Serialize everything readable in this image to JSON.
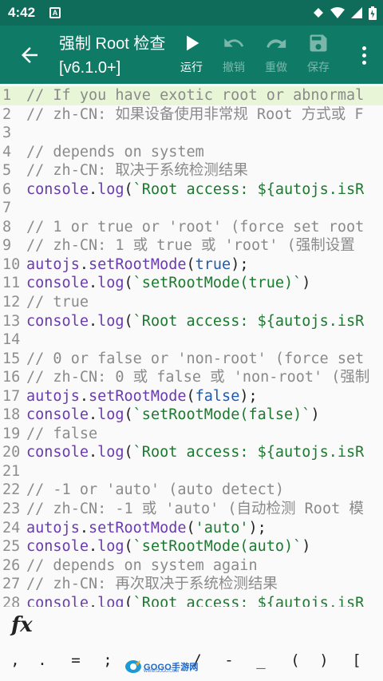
{
  "status": {
    "time": "4:42",
    "notification_icon": "A"
  },
  "toolbar": {
    "title": "强制 Root 检查 [v6.1.0+]",
    "run_label": "运行",
    "undo_label": "撤销",
    "redo_label": "重做",
    "save_label": "保存"
  },
  "editor": {
    "current_line": 1,
    "lines": [
      [
        [
          "c",
          "// If you have exotic root or abnormal"
        ]
      ],
      [
        [
          "c",
          "// zh-CN: 如果设备使用非常规 Root 方式或 F"
        ]
      ],
      [],
      [
        [
          "c",
          "// depends on system"
        ]
      ],
      [
        [
          "c",
          "// zh-CN: 取决于系统检测结果"
        ]
      ],
      [
        [
          "f",
          "console"
        ],
        [
          "p",
          "."
        ],
        [
          "f",
          "log"
        ],
        [
          "p",
          "("
        ],
        [
          "s",
          "`Root access: ${autojs.isR"
        ]
      ],
      [],
      [
        [
          "c",
          "// 1 or true or 'root' (force set root"
        ]
      ],
      [
        [
          "c",
          "// zh-CN: 1 或 true 或 'root' (强制设置"
        ]
      ],
      [
        [
          "f",
          "autojs"
        ],
        [
          "p",
          "."
        ],
        [
          "f",
          "setRootMode"
        ],
        [
          "p",
          "("
        ],
        [
          "k",
          "true"
        ],
        [
          "p",
          ");"
        ]
      ],
      [
        [
          "f",
          "console"
        ],
        [
          "p",
          "."
        ],
        [
          "f",
          "log"
        ],
        [
          "p",
          "("
        ],
        [
          "s",
          "`setRootMode(true)`"
        ],
        [
          "p",
          ")"
        ]
      ],
      [
        [
          "c",
          "// true"
        ]
      ],
      [
        [
          "f",
          "console"
        ],
        [
          "p",
          "."
        ],
        [
          "f",
          "log"
        ],
        [
          "p",
          "("
        ],
        [
          "s",
          "`Root access: ${autojs.isR"
        ]
      ],
      [],
      [
        [
          "c",
          "// 0 or false or 'non-root' (force set"
        ]
      ],
      [
        [
          "c",
          "// zh-CN: 0 或 false 或 'non-root' (强制"
        ]
      ],
      [
        [
          "f",
          "autojs"
        ],
        [
          "p",
          "."
        ],
        [
          "f",
          "setRootMode"
        ],
        [
          "p",
          "("
        ],
        [
          "k",
          "false"
        ],
        [
          "p",
          ");"
        ]
      ],
      [
        [
          "f",
          "console"
        ],
        [
          "p",
          "."
        ],
        [
          "f",
          "log"
        ],
        [
          "p",
          "("
        ],
        [
          "s",
          "`setRootMode(false)`"
        ],
        [
          "p",
          ")"
        ]
      ],
      [
        [
          "c",
          "// false"
        ]
      ],
      [
        [
          "f",
          "console"
        ],
        [
          "p",
          "."
        ],
        [
          "f",
          "log"
        ],
        [
          "p",
          "("
        ],
        [
          "s",
          "`Root access: ${autojs.isR"
        ]
      ],
      [],
      [
        [
          "c",
          "// -1 or 'auto' (auto detect)"
        ]
      ],
      [
        [
          "c",
          "// zh-CN: -1 或 'auto' (自动检测 Root 模"
        ]
      ],
      [
        [
          "f",
          "autojs"
        ],
        [
          "p",
          "."
        ],
        [
          "f",
          "setRootMode"
        ],
        [
          "p",
          "("
        ],
        [
          "s",
          "'auto'"
        ],
        [
          "p",
          ");"
        ]
      ],
      [
        [
          "f",
          "console"
        ],
        [
          "p",
          "."
        ],
        [
          "f",
          "log"
        ],
        [
          "p",
          "("
        ],
        [
          "s",
          "`setRootMode(auto)`"
        ],
        [
          "p",
          ")"
        ]
      ],
      [
        [
          "c",
          "// depends on system again"
        ]
      ],
      [
        [
          "c",
          "// zh-CN: 再次取决于系统检测结果"
        ]
      ],
      [
        [
          "f",
          "console"
        ],
        [
          "p",
          "."
        ],
        [
          "f",
          "log"
        ],
        [
          "p",
          "("
        ],
        [
          "s",
          "`Root access: ${autojs.isR"
        ]
      ]
    ]
  },
  "bottom": {
    "fx_label": "fx",
    "symbols": [
      ",",
      ".",
      "=",
      ";",
      "/",
      "-",
      "_",
      "(",
      ")",
      "["
    ],
    "watermark": {
      "text": "GOGO手游网",
      "sub": "WWW.GOGO.COM"
    }
  }
}
